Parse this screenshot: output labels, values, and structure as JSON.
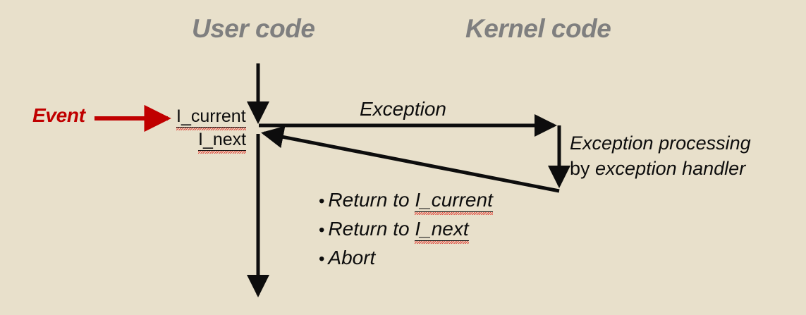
{
  "diagram": {
    "title_user": "User code",
    "title_kernel": "Kernel code",
    "background_color": "#e8e0cb",
    "heading_color": "#7f7f7f",
    "line_color": "#0d0d0d",
    "event_color": "#c00000",
    "spellcheck_color": "#e03a2f"
  },
  "event": {
    "label": "Event",
    "arrow_name": "event-arrow"
  },
  "user_timeline": {
    "instruction_current": "I_current",
    "instruction_next": "I_next",
    "arrow_top_name": "user-flow-arrow-top",
    "arrow_bottom_name": "user-flow-arrow-bottom"
  },
  "kernel_transfer": {
    "exception_label": "Exception",
    "processing_line1_italic": "Exception processing",
    "processing_line2_prefix": "by ",
    "processing_line2_italic": "exception handler"
  },
  "return_options": {
    "bullet_glyph": "•",
    "items": [
      {
        "prefix": "Return to ",
        "target": "I_current",
        "has_target": true
      },
      {
        "prefix": "Return to ",
        "target": "I_next",
        "has_target": true
      },
      {
        "prefix": "Abort",
        "target": "",
        "has_target": false
      }
    ]
  }
}
